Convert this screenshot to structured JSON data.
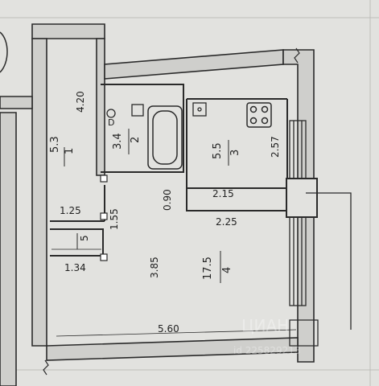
{
  "colors": {
    "paper": "#e2e2df",
    "wall": "#cfcfcc",
    "line": "#2a2a2a",
    "text": "#222222"
  },
  "rooms": [
    {
      "id": "1",
      "number": "1",
      "area": "5.3"
    },
    {
      "id": "2",
      "number": "2",
      "area": "3.4"
    },
    {
      "id": "3",
      "number": "3",
      "area": "5.5"
    },
    {
      "id": "4",
      "number": "4",
      "area": "17.5"
    },
    {
      "id": "5",
      "number": "5",
      "area": ""
    }
  ],
  "dimensions": [
    "4.20",
    "1.25",
    "1.55",
    "1.34",
    "3.85",
    "0.90",
    "2.15",
    "2.25",
    "2.57",
    "5.60"
  ],
  "fixtures": {
    "boiler_mark": "D"
  },
  "watermark": "ЦИАН",
  "watermark_id": "id 225829213"
}
